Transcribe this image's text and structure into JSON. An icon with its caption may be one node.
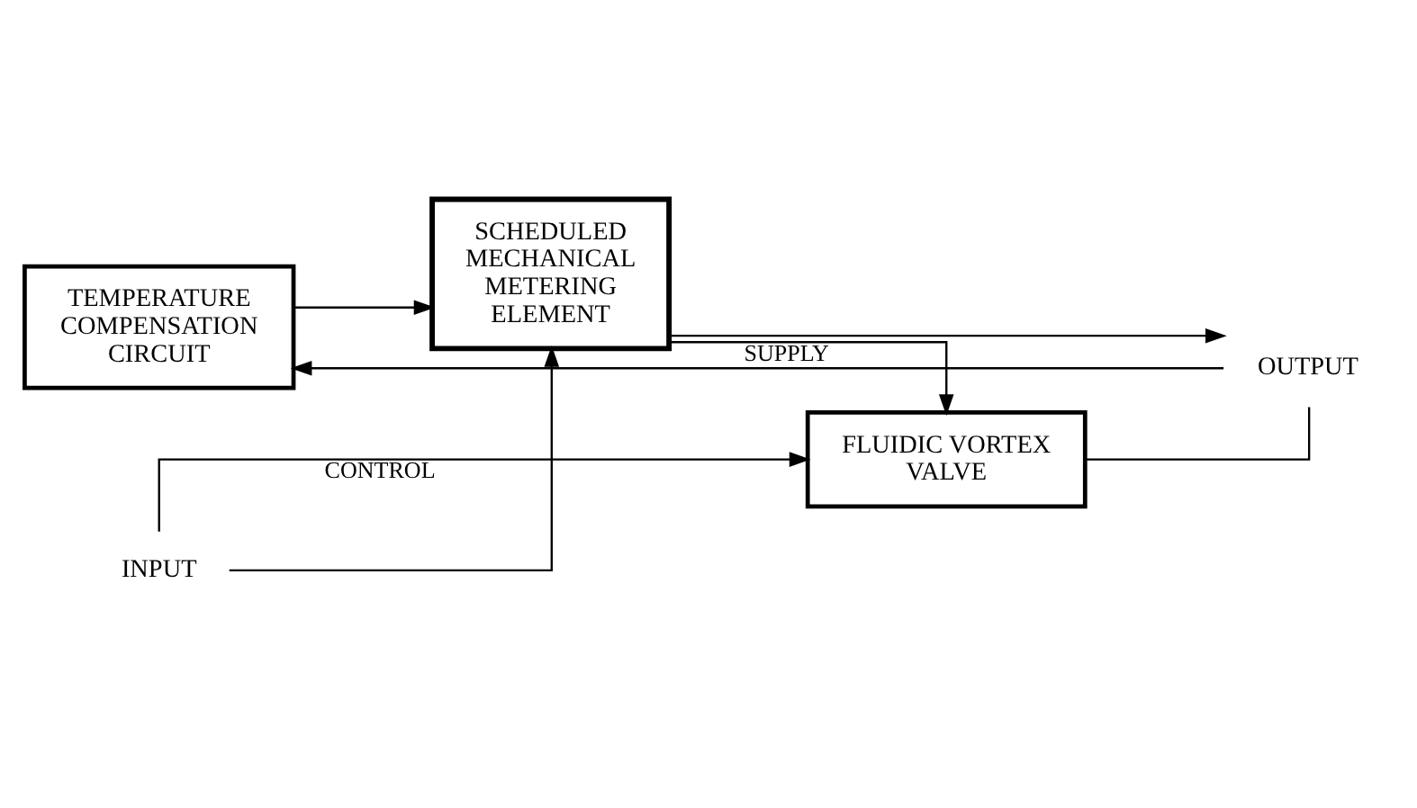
{
  "diagram": {
    "nodes": [
      {
        "text": [
          "TEMPERATURE COMPENSATION CIRCUIT"
        ]
      },
      {
        "text": [
          "INPUT"
        ]
      },
      {
        "text": [
          "SCHEDULED MECHANICAL METERING ELEMENT"
        ]
      },
      {
        "text": [
          "FLUIDIC VORTEX VALVE"
        ]
      },
      {
        "text": [
          "OUTPUT"
        ]
      }
    ],
    "edges": [
      {
        "from": 1,
        "to": 2,
        "arrow": "to"
      },
      {
        "from": 1,
        "to": 3,
        "arrow": "to",
        "label": "CONTROL"
      },
      {
        "from": 2,
        "to": 3,
        "arrow": "to",
        "label": "SUPPLY"
      },
      {
        "from": 3,
        "to": 4,
        "arrow": "none"
      },
      {
        "from": 2,
        "to": 4,
        "arrow": "to"
      },
      {
        "from": 4,
        "to": 0,
        "arrow": "to"
      },
      {
        "from": 0,
        "to": 2,
        "arrow": "to"
      }
    ]
  }
}
